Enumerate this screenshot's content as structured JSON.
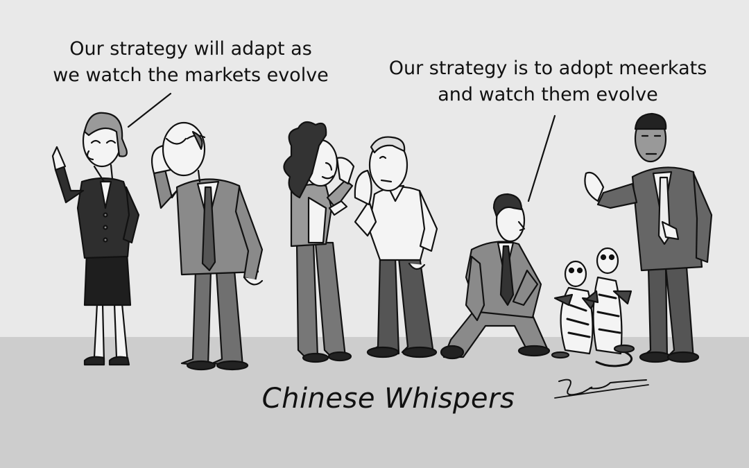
{
  "speech_left": "Our strategy will adapt as\nwe watch the markets evolve",
  "speech_right": "Our strategy is to adopt meerkats\nand watch them evolve",
  "caption": "Chinese Whispers",
  "signature": "Jbee",
  "colors": {
    "wall": "#e9e9e9",
    "floor": "#cdcdcd",
    "ink": "#111111",
    "suit": "#8a8a8a",
    "skin": "#f4f4f4"
  }
}
